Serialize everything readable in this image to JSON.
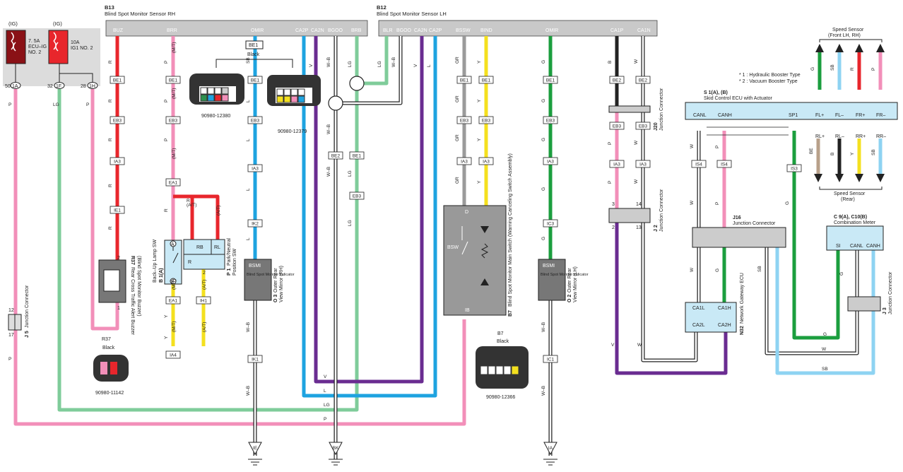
{
  "sensor_rh": {
    "code": "B13",
    "name": "Blind Spot Monitor Sensor RH",
    "pins": [
      "BUZ",
      "BRR",
      "OMIR",
      "CA2P",
      "CA2N",
      "BGOO",
      "BRB"
    ]
  },
  "sensor_lh": {
    "code": "B12",
    "name": "Blind Spot Monitor Sensor LH",
    "pins": [
      "BLR",
      "BGOO",
      "CA2N",
      "CA2P",
      "BSSW",
      "BIND",
      "OMIR",
      "CA1P",
      "CA1N"
    ]
  },
  "fuses": [
    {
      "tag": "(IG)",
      "rating": "7. 5A",
      "name1": "ECU–IG",
      "name2": "NO. 2",
      "pin": "50",
      "conn": "1A"
    },
    {
      "tag": "(IG)",
      "rating": "10A",
      "name1": "IG1 NO. 2",
      "name2": "",
      "pin": "32",
      "conn": "1F",
      "pin2": "28",
      "conn2": "1H"
    }
  ],
  "wire_colors": {
    "R": "R",
    "P": "P",
    "SB": "SB",
    "L": "L",
    "V": "V",
    "WB": "W–B",
    "LG": "LG",
    "GR": "GR",
    "Y": "Y",
    "G": "G",
    "B": "B",
    "W": "W",
    "BE": "BE"
  },
  "connectors": {
    "be1": "BE1",
    "eb3": "EB3",
    "ia3": "IA3",
    "ie1": "IE1",
    "ea1": "EA1",
    "ih1": "IH1",
    "ia4": "IA4",
    "ik2": "IK2",
    "ik1": "IK1",
    "be2": "BE2",
    "ic3": "IC3",
    "ic1": "IC1",
    "is4": "IS4",
    "is3": "IS3"
  },
  "transmission": {
    "mt": "(M/T)",
    "at": "(A/T)"
  },
  "buzzer": {
    "code": "R37",
    "name": "Rear Cross Traffic Alert Buzzer",
    "name2": "(Blind Spot Monitor Buzzer)",
    "color": "Black",
    "part": "90980-11142"
  },
  "backup_sw": {
    "code": "B 1(A)",
    "name": "Back–Up Lamp SW"
  },
  "park_sw": {
    "code": "P 1",
    "name": "Park/Neutral",
    "name2": "Position SW",
    "rb": "RB",
    "rl": "RL",
    "r": "R"
  },
  "mirror_rh": {
    "code": "O 3",
    "name": "Outer Rear",
    "name2": "View Mirror (RH)",
    "bsm": "BSMI",
    "inner": "Blind Spot Monitor Indicator"
  },
  "mirror_lh": {
    "code": "O 2",
    "name": "Outer Rear",
    "name2": "View Mirror (LH)",
    "bsm": "BSMI",
    "inner": "Blind Spot Monitor Indicator"
  },
  "main_sw": {
    "code": "B7",
    "name": "Blind Spot Monitor Main Switch (Warning Canceling Switch Assembly)",
    "bsw": "BSW",
    "color": "Black",
    "part": "90980-12366",
    "d": "D",
    "ib": "IB"
  },
  "plug_rh": {
    "conn": "BE1",
    "color": "Black",
    "part_a": "90980-12380",
    "part_b": "90980-12379"
  },
  "junction": {
    "j5": {
      "code": "J 5",
      "name": "Junction Connector"
    },
    "j20": {
      "code": "J20",
      "name": "Junction Connector"
    },
    "j2": {
      "code": "J 2",
      "name": "Junction Connector"
    },
    "j16": {
      "code": "J16",
      "name": "Junction Connector"
    },
    "j3": {
      "code": "J 3",
      "name": "Junction Connector"
    }
  },
  "skid_ecu": {
    "code": "S 1(A), (B)",
    "name": "Skid Control ECU with Actuator",
    "labels": [
      "CANL",
      "CANH",
      "SP1",
      "FL+",
      "FL–",
      "FR+",
      "FR–",
      "RL+",
      "RL–",
      "RR+",
      "RR–"
    ]
  },
  "notes": [
    "* 1 : Hydraulic Booster Type",
    "* 2 : Vacuum Booster Type"
  ],
  "speed_front": {
    "name": "Speed Sensor",
    "name2": "(Front LH,  RH)"
  },
  "speed_rear": {
    "name": "Speed Sensor",
    "name2": "(Rear)"
  },
  "gateway": {
    "code": "N32",
    "name": "Network Gateway ECU",
    "ca1l": "CA1L",
    "ca1h": "CA1H",
    "ca2l": "CA2L",
    "ca2h": "CA2H"
  },
  "meter": {
    "code": "C 9(A), C10(B)",
    "name": "Combination Meter",
    "si": "SI",
    "canl": "CANL",
    "canh": "CANH"
  },
  "grounds": [
    "IE",
    "BK",
    "IA"
  ],
  "colors": {
    "pink": "#f28fb9",
    "red": "#e8262c",
    "blue": "#1ea3e0",
    "purple": "#6a2c91",
    "green": "#7fcc9a",
    "dkgreen": "#1b9e3e",
    "gray": "#9a9a9a",
    "yellow": "#f4e01f",
    "sb": "#8ed3f2",
    "ecu": "#c9e9f6"
  }
}
